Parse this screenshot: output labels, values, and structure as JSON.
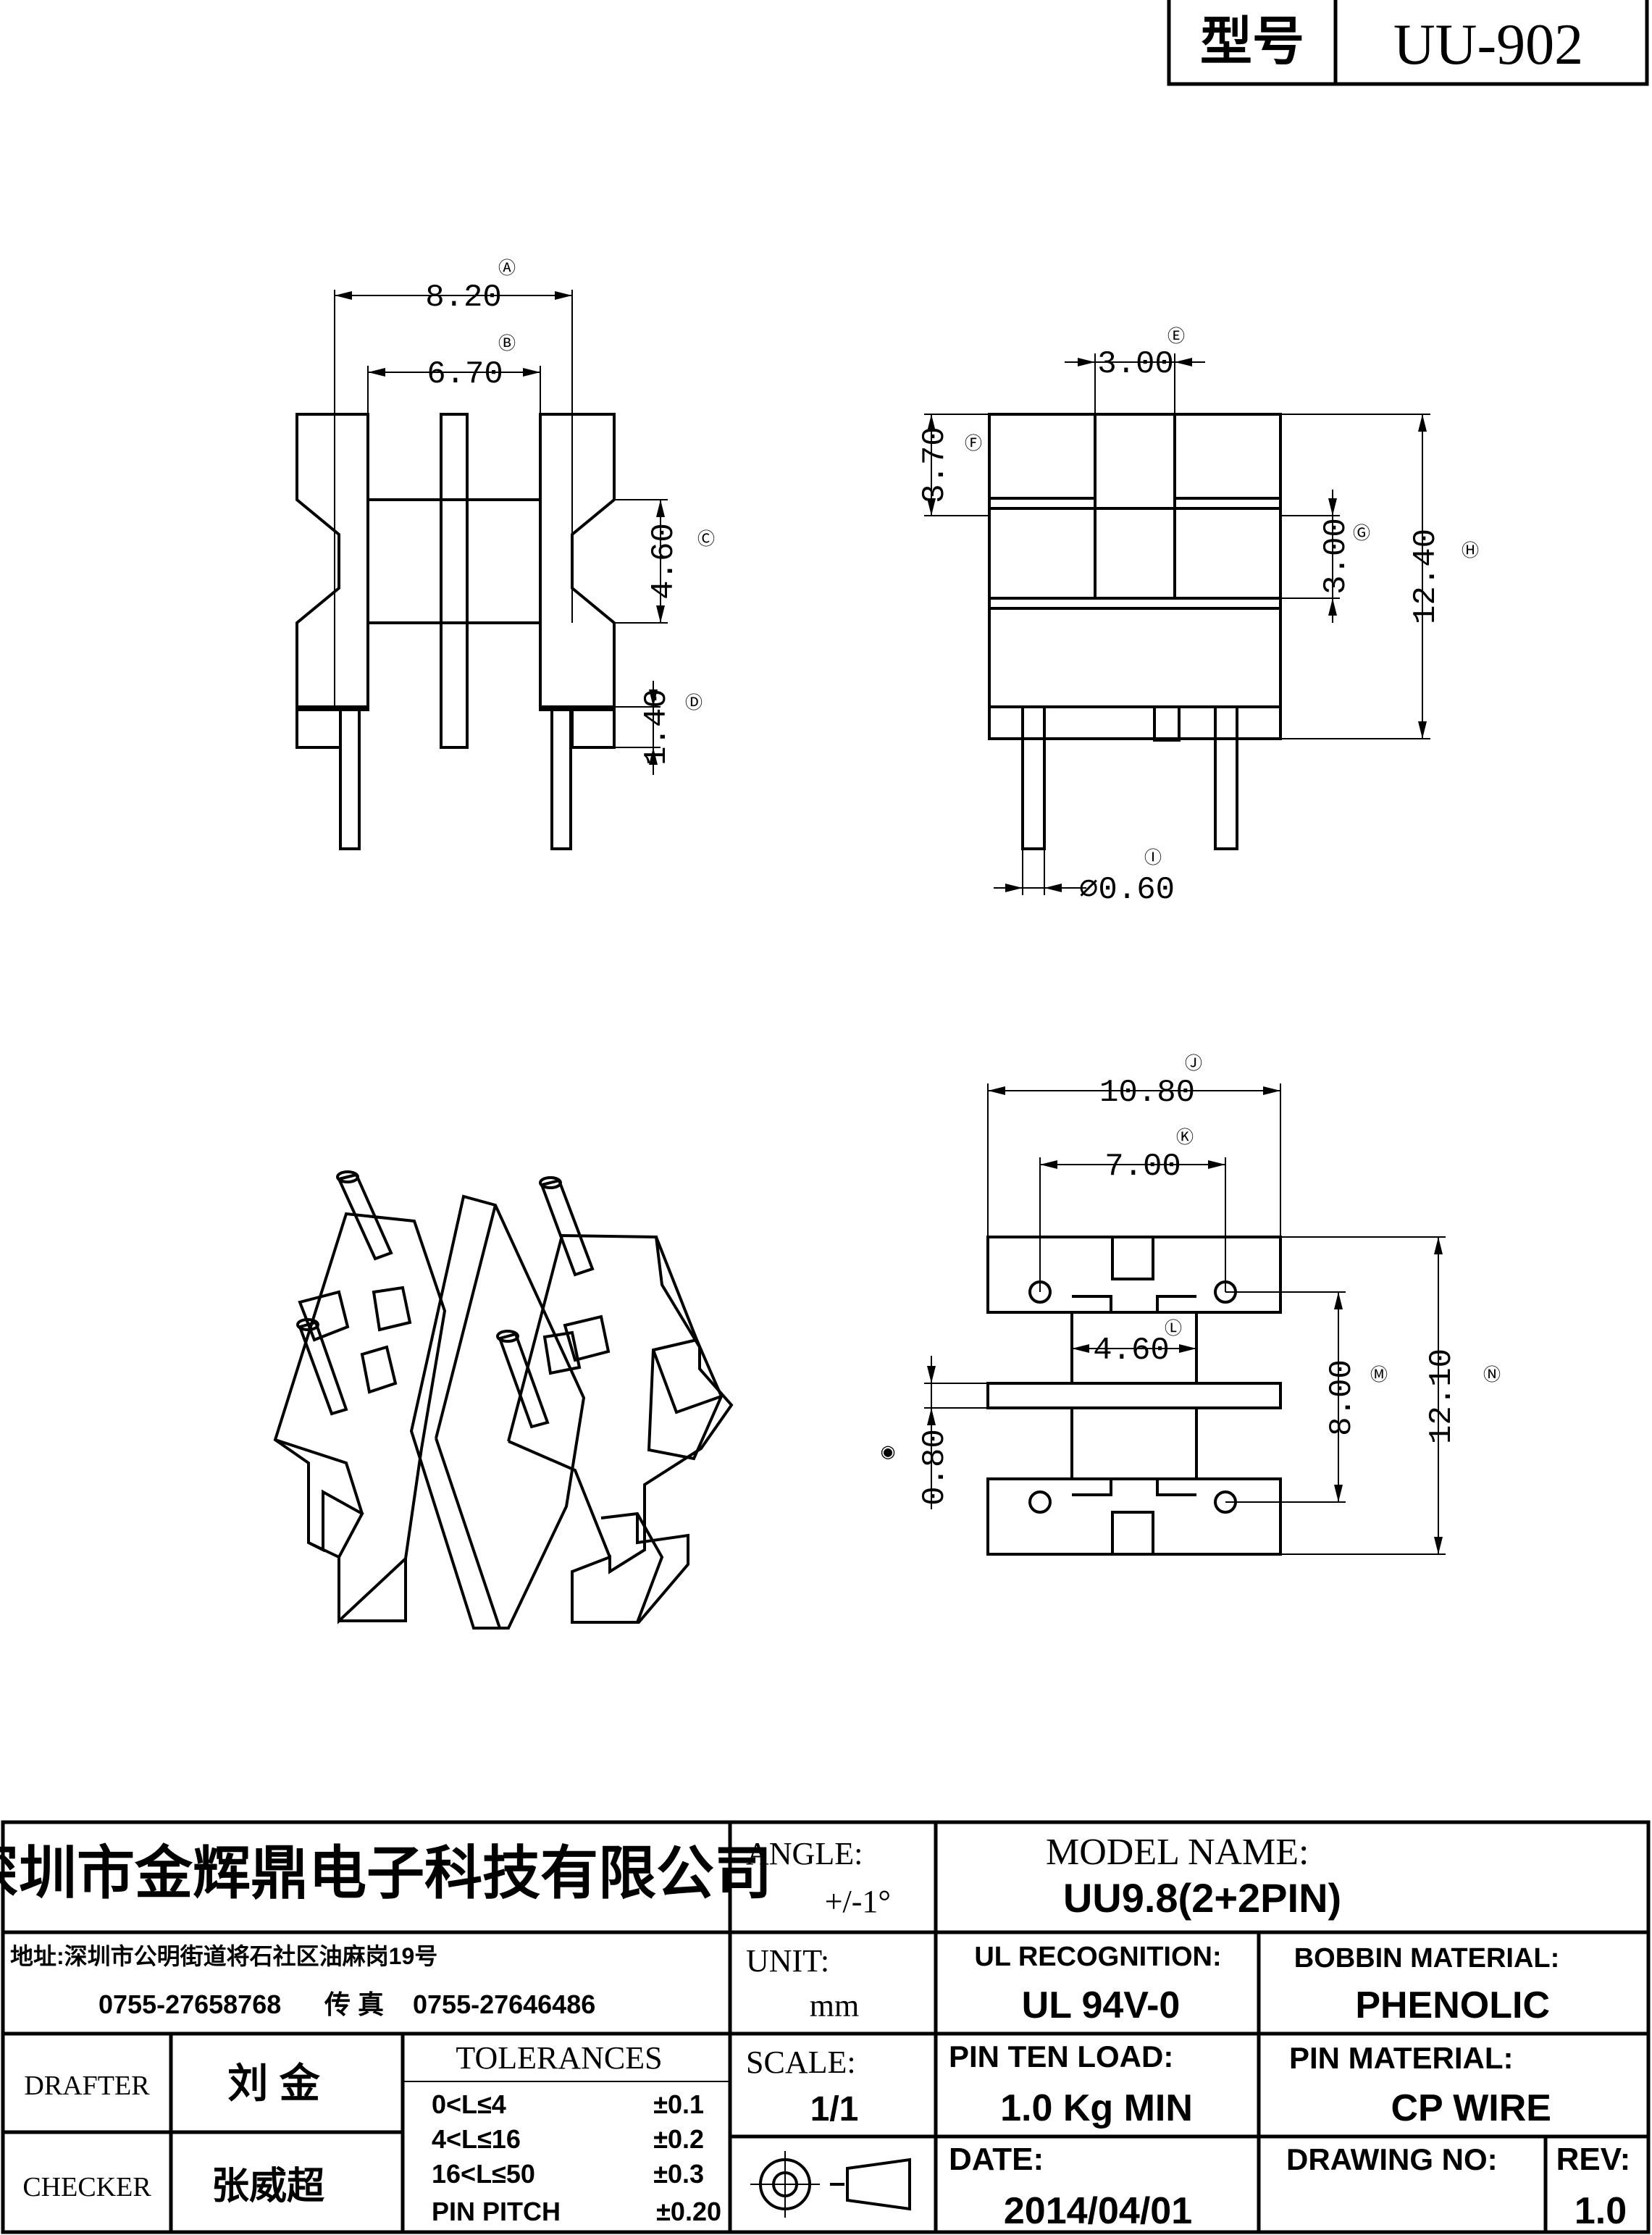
{
  "header": {
    "model_label": "型号",
    "model_value": "UU-902"
  },
  "dimensions": {
    "A": {
      "tag": "Ⓐ",
      "value": "8.20"
    },
    "B": {
      "tag": "Ⓑ",
      "value": "6.70"
    },
    "C": {
      "tag": "Ⓒ",
      "value": "4.60"
    },
    "D": {
      "tag": "Ⓓ",
      "value": "1.40"
    },
    "E": {
      "tag": "Ⓔ",
      "value": "3.00"
    },
    "F": {
      "tag": "Ⓕ",
      "value": "3.70"
    },
    "G": {
      "tag": "Ⓖ",
      "value": "3.00"
    },
    "H": {
      "tag": "Ⓗ",
      "value": "12.40"
    },
    "I": {
      "tag": "Ⓘ",
      "value": "⌀0.60"
    },
    "J": {
      "tag": "Ⓙ",
      "value": "10.80"
    },
    "K": {
      "tag": "Ⓚ",
      "value": "7.00"
    },
    "L": {
      "tag": "Ⓛ",
      "value": "4.60"
    },
    "M": {
      "tag": "Ⓜ",
      "value": "8.00"
    },
    "N": {
      "tag": "Ⓝ",
      "value": "12.10"
    },
    "O": {
      "tag": "◉",
      "value": "0.80"
    }
  },
  "title_block": {
    "company": "深圳市金辉鼎电子科技有限公司",
    "address": "地址:深圳市公明街道将石社区油麻岗19号",
    "phone": "0755-27658768",
    "fax_label": "传 真",
    "fax": "0755-27646486",
    "angle_label": "ANGLE:",
    "angle_value": "+/-1°",
    "unit_label": "UNIT:",
    "unit_value": "mm",
    "scale_label": "SCALE:",
    "scale_value": "1/1",
    "model_name_label": "MODEL NAME:",
    "model_name_value": "UU9.8(2+2PIN)",
    "ul_label": "UL RECOGNITION:",
    "ul_value": "UL 94V-0",
    "bobbin_material_label": "BOBBIN MATERIAL:",
    "bobbin_material_value": "PHENOLIC",
    "pin_ten_load_label": "PIN TEN LOAD:",
    "pin_ten_load_value": "1.0 Kg MIN",
    "pin_material_label": "PIN MATERIAL:",
    "pin_material_value": "CP WIRE",
    "date_label": "DATE:",
    "date_value": "2014/04/01",
    "drawing_no_label": "DRAWING NO:",
    "drawing_no_value": "",
    "rev_label": "REV:",
    "rev_value": "1.0",
    "drafter_label": "DRAFTER",
    "drafter_name": "刘 金",
    "checker_label": "CHECKER",
    "checker_name": "张威超",
    "tolerances_label": "TOLERANCES",
    "tolerances": [
      {
        "range": "0<L≤4",
        "value": "±0.1"
      },
      {
        "range": "4<L≤16",
        "value": "±0.2"
      },
      {
        "range": "16<L≤50",
        "value": "±0.3"
      },
      {
        "range": "PIN PITCH",
        "value": "±0.20"
      }
    ]
  }
}
